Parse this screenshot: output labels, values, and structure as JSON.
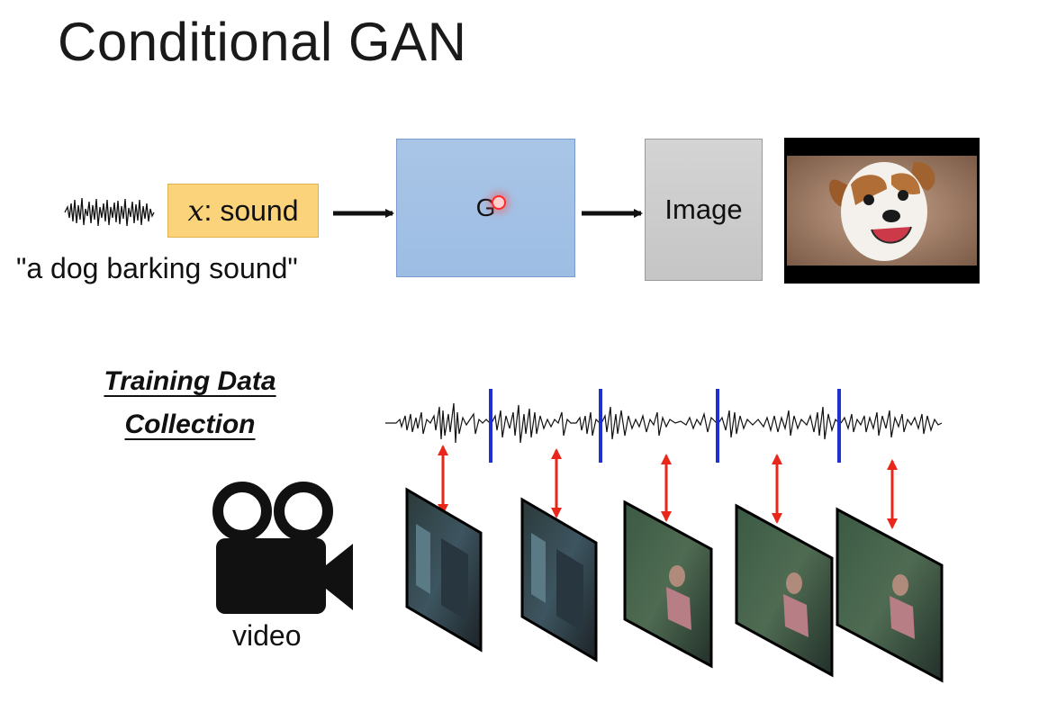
{
  "title": "Conditional GAN",
  "condition": {
    "var": "x",
    "rest": ": sound",
    "caption": "\"a dog barking sound\""
  },
  "generator": {
    "label": "G"
  },
  "output": {
    "label": "Image"
  },
  "training": {
    "line1": "Training Data",
    "line2": "Collection"
  },
  "video_label": "video",
  "colors": {
    "condition_box": "#fbd37a",
    "generator_box": "#a9c5e6",
    "image_box": "#cccccc",
    "segment_divider": "#1f2fd0",
    "correspondence_arrow": "#e8261a",
    "pointer_dot": "#ff2a2a"
  },
  "icons": [
    "sound-wave-icon",
    "right-arrow-icon",
    "video-camera-icon",
    "dog-photo",
    "video-frame"
  ],
  "frame_count": 5
}
